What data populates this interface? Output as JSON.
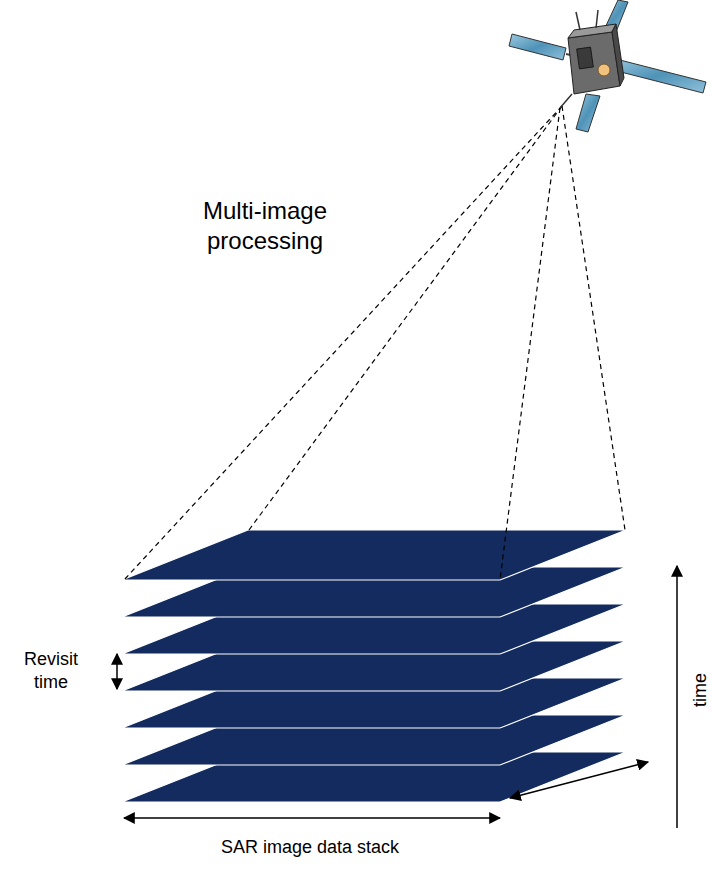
{
  "diagram": {
    "labels": [
      "Multi-image processing",
      "Revisit time",
      "time",
      "SAR image data stack"
    ]
  }
}
